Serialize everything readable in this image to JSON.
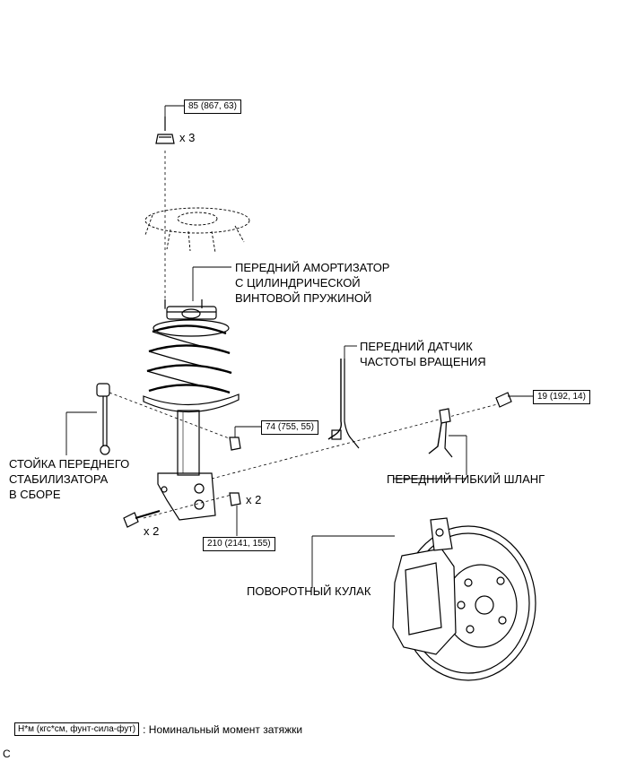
{
  "labels": {
    "strut": "ПЕРЕДНИЙ АМОРТИЗАТОР\nС ЦИЛИНДРИЧЕСКОЙ\nВИНТОВОЙ ПРУЖИНОЙ",
    "speed_sensor": "ПЕРЕДНИЙ ДАТЧИК\nЧАСТОТЫ ВРАЩЕНИЯ",
    "stabilizer_link": "СТОЙКА ПЕРЕДНЕГО\nСТАБИЛИЗАТОРА\nВ СБОРЕ",
    "flexible_hose": "ПЕРЕДНИЙ ГИБКИЙ ШЛАНГ",
    "knuckle": "ПОВОРОТНЫЙ КУЛАК"
  },
  "torques": {
    "top_nut": "85 (867, 63)",
    "hose_bolt": "19 (192, 14)",
    "link_nut": "74 (755, 55)",
    "knuckle_bolts": "210 (2141, 155)"
  },
  "quantities": {
    "top_nut": "x 3",
    "knuckle_nut": "x 2",
    "knuckle_bolt": "x 2"
  },
  "legend": {
    "unit_box": "Н*м (кгс*см, фунт-сила-фут)",
    "description": ": Номинальный момент затяжки"
  },
  "corner_mark": "C"
}
